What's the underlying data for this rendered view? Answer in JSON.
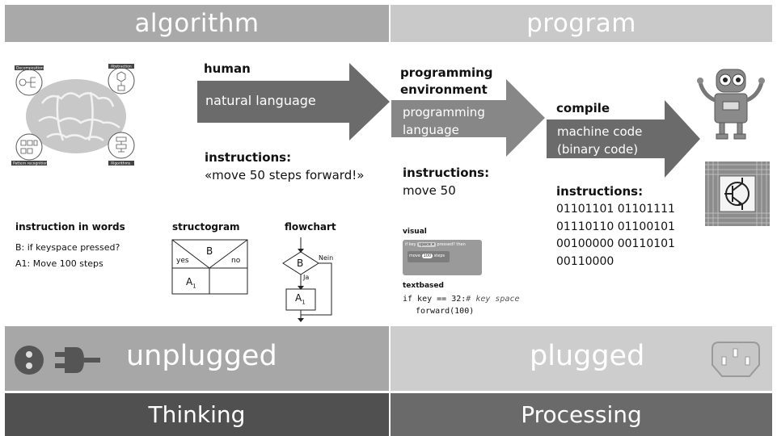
{
  "header": {
    "left": "algorithm",
    "right": "program"
  },
  "human": {
    "title": "human",
    "arrow_text": "natural language",
    "instructions_title": "instructions:",
    "instructions_text": "«move 50 steps forward!»"
  },
  "environment": {
    "title_line1": "programming",
    "title_line2": "environment",
    "arrow_line1": "programming",
    "arrow_line2": "language",
    "instructions_title": "instructions:",
    "instructions_text": "move 50"
  },
  "compile": {
    "title": "compile",
    "arrow_line1": "machine code",
    "arrow_line2": "(binary code)",
    "instructions_title": "instructions:",
    "binary_lines": [
      "01101101 01101111",
      "01110110 01100101",
      "00100000 00110101",
      "00110000"
    ]
  },
  "brain": {
    "labels": [
      "Decomposition",
      "Abstraction",
      "Pattern recognition",
      "Algorithms"
    ]
  },
  "words": {
    "title": "instruction in words",
    "line1": "B: if keyspace pressed?",
    "line2": "A1: Move 100 steps"
  },
  "structogram": {
    "title": "structogram",
    "condition": "B",
    "yes": "yes",
    "no": "no",
    "action": "A",
    "action_sub": "1"
  },
  "flowchart": {
    "title": "flowchart",
    "decision": "B",
    "no_label": "Nein",
    "yes_label": "Ja",
    "action": "A",
    "action_sub": "1"
  },
  "visual": {
    "title": "visual",
    "if_word": "if",
    "key_word": "key",
    "space_word": "space ▾",
    "pressed_word": "pressed?",
    "then_word": "then",
    "move_word": "move",
    "move_value": "100",
    "steps_word": "steps"
  },
  "textbased": {
    "title": "textbased",
    "line1_code": "if key == 32:",
    "line1_comment": "# key space",
    "line2_code": "forward(100)"
  },
  "bands": {
    "unplugged": "unplugged",
    "plugged": "plugged",
    "thinking": "Thinking",
    "processing": "Processing"
  },
  "icons": [
    "two-pin-socket-icon",
    "plug-icon",
    "power-inlet-icon",
    "robot-icon",
    "chip-icon",
    "brain-icon"
  ]
}
